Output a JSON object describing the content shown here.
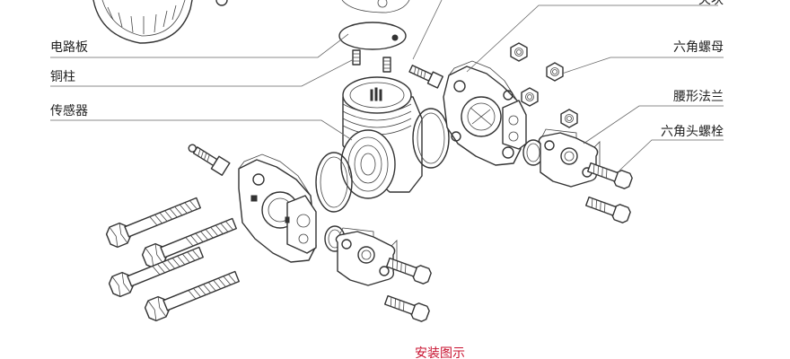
{
  "labels": {
    "circuit_board": "电路板",
    "copper_post": "铜柱",
    "sensor": "传感器",
    "clamp": "夹块",
    "hex_nut": "六角螺母",
    "waist_flange": "腰形法兰",
    "hex_bolt": "六角头螺栓"
  },
  "caption": "安装图示",
  "colors": {
    "line": "#333333",
    "caption": "#c8102e",
    "background": "#ffffff"
  }
}
